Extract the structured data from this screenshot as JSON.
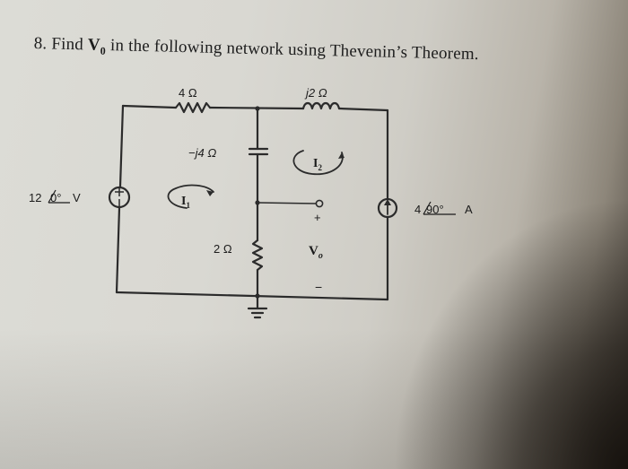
{
  "problem": {
    "number": "8.",
    "text_before": "Find",
    "vo_main": "V",
    "vo_sub": "0",
    "text_after": "in the following network using Thevenin’s Theorem."
  },
  "circuit": {
    "r_top": "4 Ω",
    "l_top": "j2 Ω",
    "cap": "−j4 Ω",
    "r_mid": "2 Ω",
    "v_source": "12",
    "v_source_angle": "0°",
    "v_source_unit": "V",
    "i_source": "4",
    "i_source_angle": "90°",
    "i_source_unit": "A",
    "mesh1": "I",
    "mesh1_sub": "1",
    "mesh2": "I",
    "mesh2_sub": "2",
    "vo": "V",
    "vo_sub": "o",
    "plus": "+",
    "minus": "−"
  }
}
